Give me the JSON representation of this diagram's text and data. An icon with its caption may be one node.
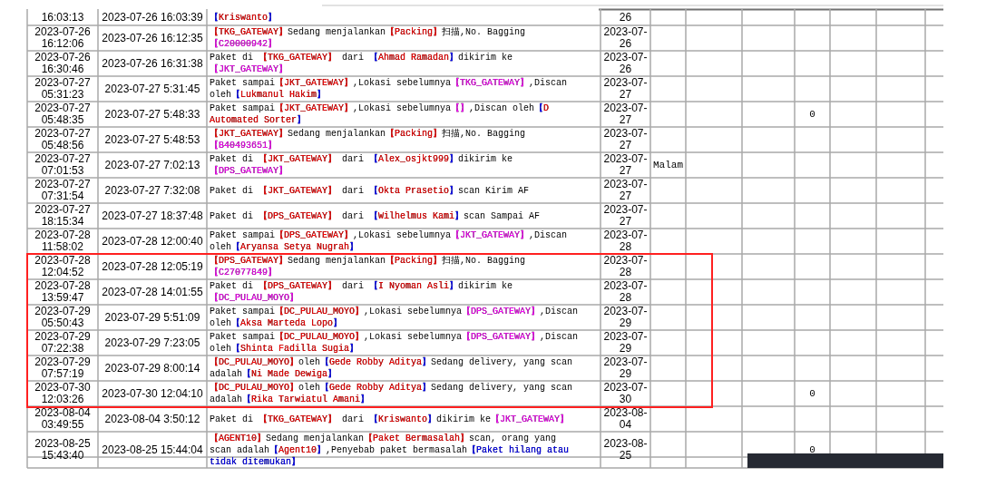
{
  "diagram": {
    "nodes": [
      {
        "text": [],
        "shape": "bar"
      }
    ],
    "labels": [
      "16:03:13",
      "2023-07-26 16:03:39",
      "【Kriswanto】",
      "26",
      "2023-07-26 16:12:06",
      "2023-07-26 16:12:35",
      "【TKG_GATEWAY】Sedang menjalankan【Packing】扫描,No. Bagging【C20000942】",
      "2023-07-26",
      "2023-07-26 16:30:46",
      "2023-07-26 16:31:38",
      "Paket di 【TKG_GATEWAY】 dari 【Ahmad Ramadan】dikirim ke 【JKT_GATEWAY】",
      "2023-07-26",
      "2023-07-27 05:31:23",
      "2023-07-27 5:31:45",
      "Paket sampai【JKT_GATEWAY】,Lokasi sebelumnya【TKG_GATEWAY】,Discan oleh【Lukmanul Hakim】",
      "2023-07-27",
      "2023-07-27 05:48:35",
      "2023-07-27 5:48:33",
      "Paket sampai【JKT_GATEWAY】,Lokasi sebelumnya【】,Discan oleh【D Automated Sorter】",
      "2023-07-27",
      "0",
      "2023-07-27 05:48:56",
      "2023-07-27 5:48:53",
      "【JKT_GATEWAY】Sedang menjalankan【Packing】扫描,No. Bagging【B40493651】",
      "2023-07-27",
      "2023-07-27 07:01:53",
      "2023-07-27 7:02:13",
      "Paket di 【JKT_GATEWAY】 dari 【Alex_osjkt999】dikirim ke 【DPS_GATEWAY】",
      "2023-07-27",
      "Malam",
      "2023-07-27 07:31:54",
      "2023-07-27 7:32:08",
      "Paket di 【JKT_GATEWAY】 dari 【Okta Prasetio】scan Kirim AF",
      "2023-07-27",
      "2023-07-27 18:15:34",
      "2023-07-27 18:37:48",
      "Paket di 【DPS_GATEWAY】 dari 【Wilhelmus Kami】scan Sampai AF",
      "2023-07-27",
      "2023-07-28 11:58:02",
      "2023-07-28 12:00:40",
      "Paket sampai【DPS_GATEWAY】,Lokasi sebelumnya【JKT_GATEWAY】,Discan oleh【Aryansa Setya Nugrah】",
      "2023-07-28",
      "2023-07-28 12:04:52",
      "2023-07-28 12:05:19",
      "【DPS_GATEWAY】Sedang menjalankan【Packing】扫描,No. Bagging【C27077849】",
      "2023-07-28",
      "2023-07-28 13:59:47",
      "2023-07-28 14:01:55",
      "Paket di 【DPS_GATEWAY】 dari 【I Nyoman Asli】dikirim ke 【DC_PULAU_MOYO】",
      "2023-07-28",
      "2023-07-29 05:50:43",
      "2023-07-29 5:51:09",
      "Paket sampai【DC_PULAU_MOYO】,Lokasi sebelumnya【DPS_GATEWAY】,Discan oleh【Aksa Marteda Lopo】",
      "2023-07-29",
      "2023-07-29 07:22:38",
      "2023-07-29 7:23:05",
      "Paket sampai【DC_PULAU_MOYO】,Lokasi sebelumnya【DPS_GATEWAY】,Discan oleh【Shinta Fadilla Sugia】",
      "2023-07-29",
      "2023-07-29 07:57:19",
      "2023-07-29 8:00:14",
      "【DC_PULAU_MOYO】oleh【Gede Robby Aditya】Sedang delivery, yang scan adalah【Ni Made Dewiga】",
      "2023-07-29",
      "2023-07-30 12:03:26",
      "2023-07-30 12:04:10",
      "【DC_PULAU_MOYO】oleh【Gede Robby Aditya】Sedang delivery, yang scan adalah【Rika Tarwiatul Amani】",
      "2023-07-30",
      "0",
      "2023-08-04 03:49:55",
      "2023-08-04 3:50:12",
      "Paket di 【TKG_GATEWAY】 dari 【Kriswanto】dikirim ke【JKT_GATEWAY】",
      "2023-08-04",
      "2023-08-25 15:43:40",
      "2023-08-25 15:44:04",
      "【AGENT10】Sedang menjalankan【Paket Bermasalah】scan, orang yang scan adalah【Agent10】,Penyebab paket bermasalah【Paket hilang atau tidak ditemukan】",
      "2023-08-25",
      "0"
    ]
  }
}
